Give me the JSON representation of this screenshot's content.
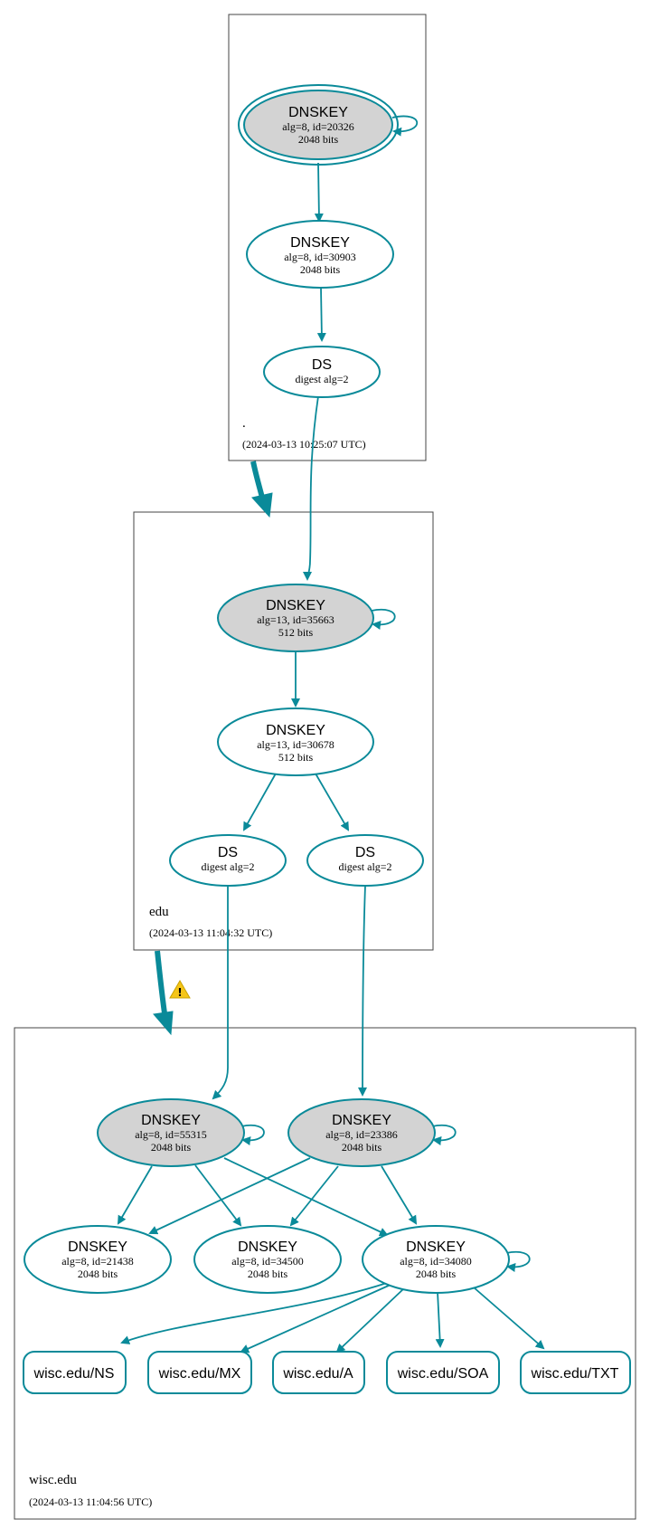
{
  "colors": {
    "accent": "#0a8a99",
    "ksk_fill": "#d3d3d3",
    "warning": "#f5c518"
  },
  "zones": {
    "root": {
      "name": ".",
      "timestamp": "(2024-03-13 10:25:07 UTC)"
    },
    "edu": {
      "name": "edu",
      "timestamp": "(2024-03-13 11:04:32 UTC)"
    },
    "wisc": {
      "name": "wisc.edu",
      "timestamp": "(2024-03-13 11:04:56 UTC)"
    }
  },
  "nodes": {
    "root_ksk": {
      "title": "DNSKEY",
      "alg": "alg=8, id=20326",
      "bits": "2048 bits"
    },
    "root_zsk": {
      "title": "DNSKEY",
      "alg": "alg=8, id=30903",
      "bits": "2048 bits"
    },
    "root_ds": {
      "title": "DS",
      "digest": "digest alg=2"
    },
    "edu_ksk": {
      "title": "DNSKEY",
      "alg": "alg=13, id=35663",
      "bits": "512 bits"
    },
    "edu_zsk": {
      "title": "DNSKEY",
      "alg": "alg=13, id=30678",
      "bits": "512 bits"
    },
    "edu_ds1": {
      "title": "DS",
      "digest": "digest alg=2"
    },
    "edu_ds2": {
      "title": "DS",
      "digest": "digest alg=2"
    },
    "wisc_ksk1": {
      "title": "DNSKEY",
      "alg": "alg=8, id=55315",
      "bits": "2048 bits"
    },
    "wisc_ksk2": {
      "title": "DNSKEY",
      "alg": "alg=8, id=23386",
      "bits": "2048 bits"
    },
    "wisc_zsk1": {
      "title": "DNSKEY",
      "alg": "alg=8, id=21438",
      "bits": "2048 bits"
    },
    "wisc_zsk2": {
      "title": "DNSKEY",
      "alg": "alg=8, id=34500",
      "bits": "2048 bits"
    },
    "wisc_zsk3": {
      "title": "DNSKEY",
      "alg": "alg=8, id=34080",
      "bits": "2048 bits"
    }
  },
  "rrsets": {
    "ns": "wisc.edu/NS",
    "mx": "wisc.edu/MX",
    "a": "wisc.edu/A",
    "soa": "wisc.edu/SOA",
    "txt": "wisc.edu/TXT"
  }
}
